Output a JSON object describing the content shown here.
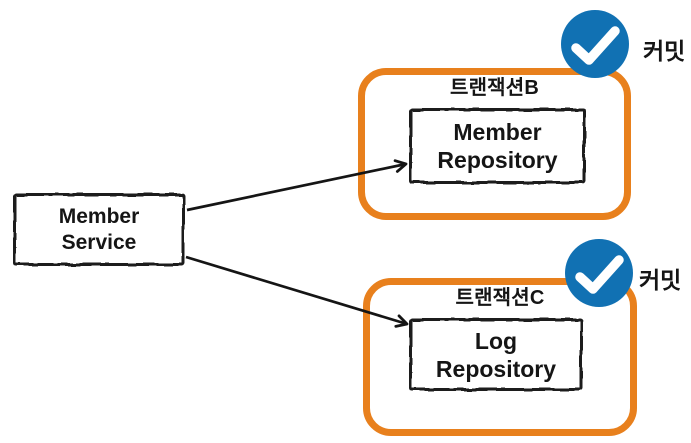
{
  "colors": {
    "orange": "#E8801D",
    "blue": "#1171B3",
    "ink": "#151515",
    "check_white": "#FFFFFF",
    "background": "#FFFFFF"
  },
  "member_service": {
    "line1": "Member",
    "line2": "Service"
  },
  "transaction_b": {
    "title": "트랜잭션B",
    "repository": {
      "line1": "Member",
      "line2": "Repository"
    },
    "commit": {
      "label": "커밋",
      "icon": "checkmark-icon"
    }
  },
  "transaction_c": {
    "title": "트랜잭션C",
    "repository": {
      "line1": "Log",
      "line2": "Repository"
    },
    "commit": {
      "label": "커밋",
      "icon": "checkmark-icon"
    }
  }
}
